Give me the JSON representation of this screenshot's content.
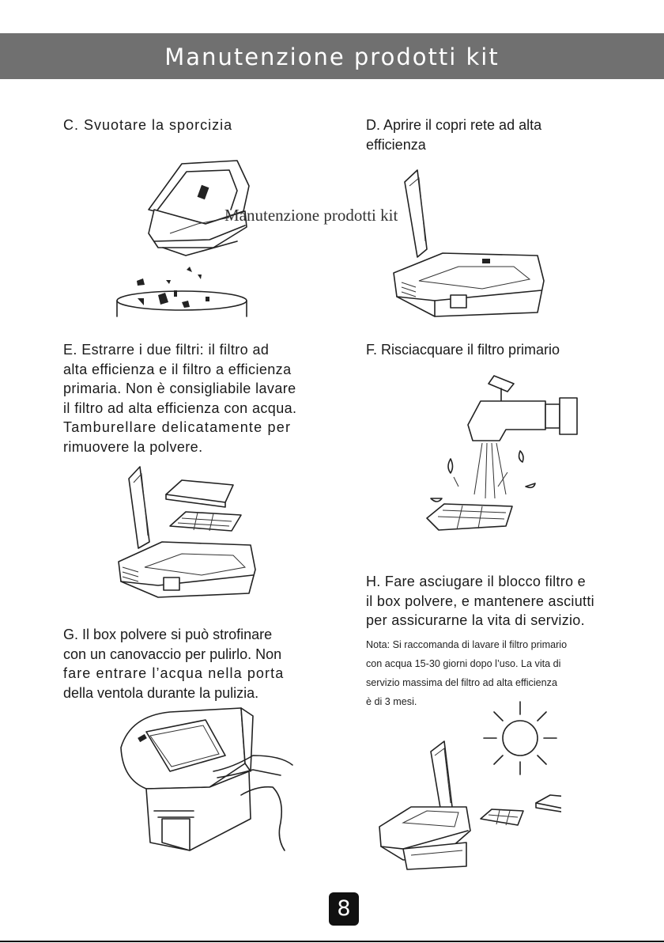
{
  "header": {
    "title": "Manutenzione prodotti kit"
  },
  "watermark": "Manutenzione prodotti kit",
  "steps": {
    "c": "C. Svuotare la sporcizia",
    "d": [
      "D. Aprire il copri rete ad alta",
      "efficienza"
    ],
    "e": [
      "E. Estrarre i due filtri: il filtro ad",
      "alta efficienza e il filtro a efficienza",
      "primaria. Non è consigliabile lavare",
      "il filtro ad alta efficienza con acqua.",
      "Tamburellare delicatamente per",
      "rimuovere la polvere."
    ],
    "f": "F. Risciacquare il filtro primario",
    "g": [
      "G. Il box polvere si può strofinare",
      "con un canovaccio per pulirlo. Non",
      "fare entrare l’acqua nella porta",
      "della ventola durante la pulizia."
    ],
    "h": [
      "H. Fare asciugare il blocco filtro e",
      "il box polvere, e mantenere asciutti",
      "per assicurarne la vita di servizio."
    ],
    "note": [
      "Nota: Si raccomanda di lavare il filtro primario",
      "con acqua 15-30 giorni dopo l’uso. La vita di",
      "servizio massima del filtro ad alta efficienza",
      "è di 3 mesi."
    ]
  },
  "page_number": "8",
  "icons": {
    "c": "dustbin-emptying-illustration",
    "d": "filter-cover-open-illustration",
    "e": "filters-removed-illustration",
    "f": "faucet-rinse-illustration",
    "g": "dust-box-wipe-illustration",
    "h": "sun-drying-illustration"
  }
}
